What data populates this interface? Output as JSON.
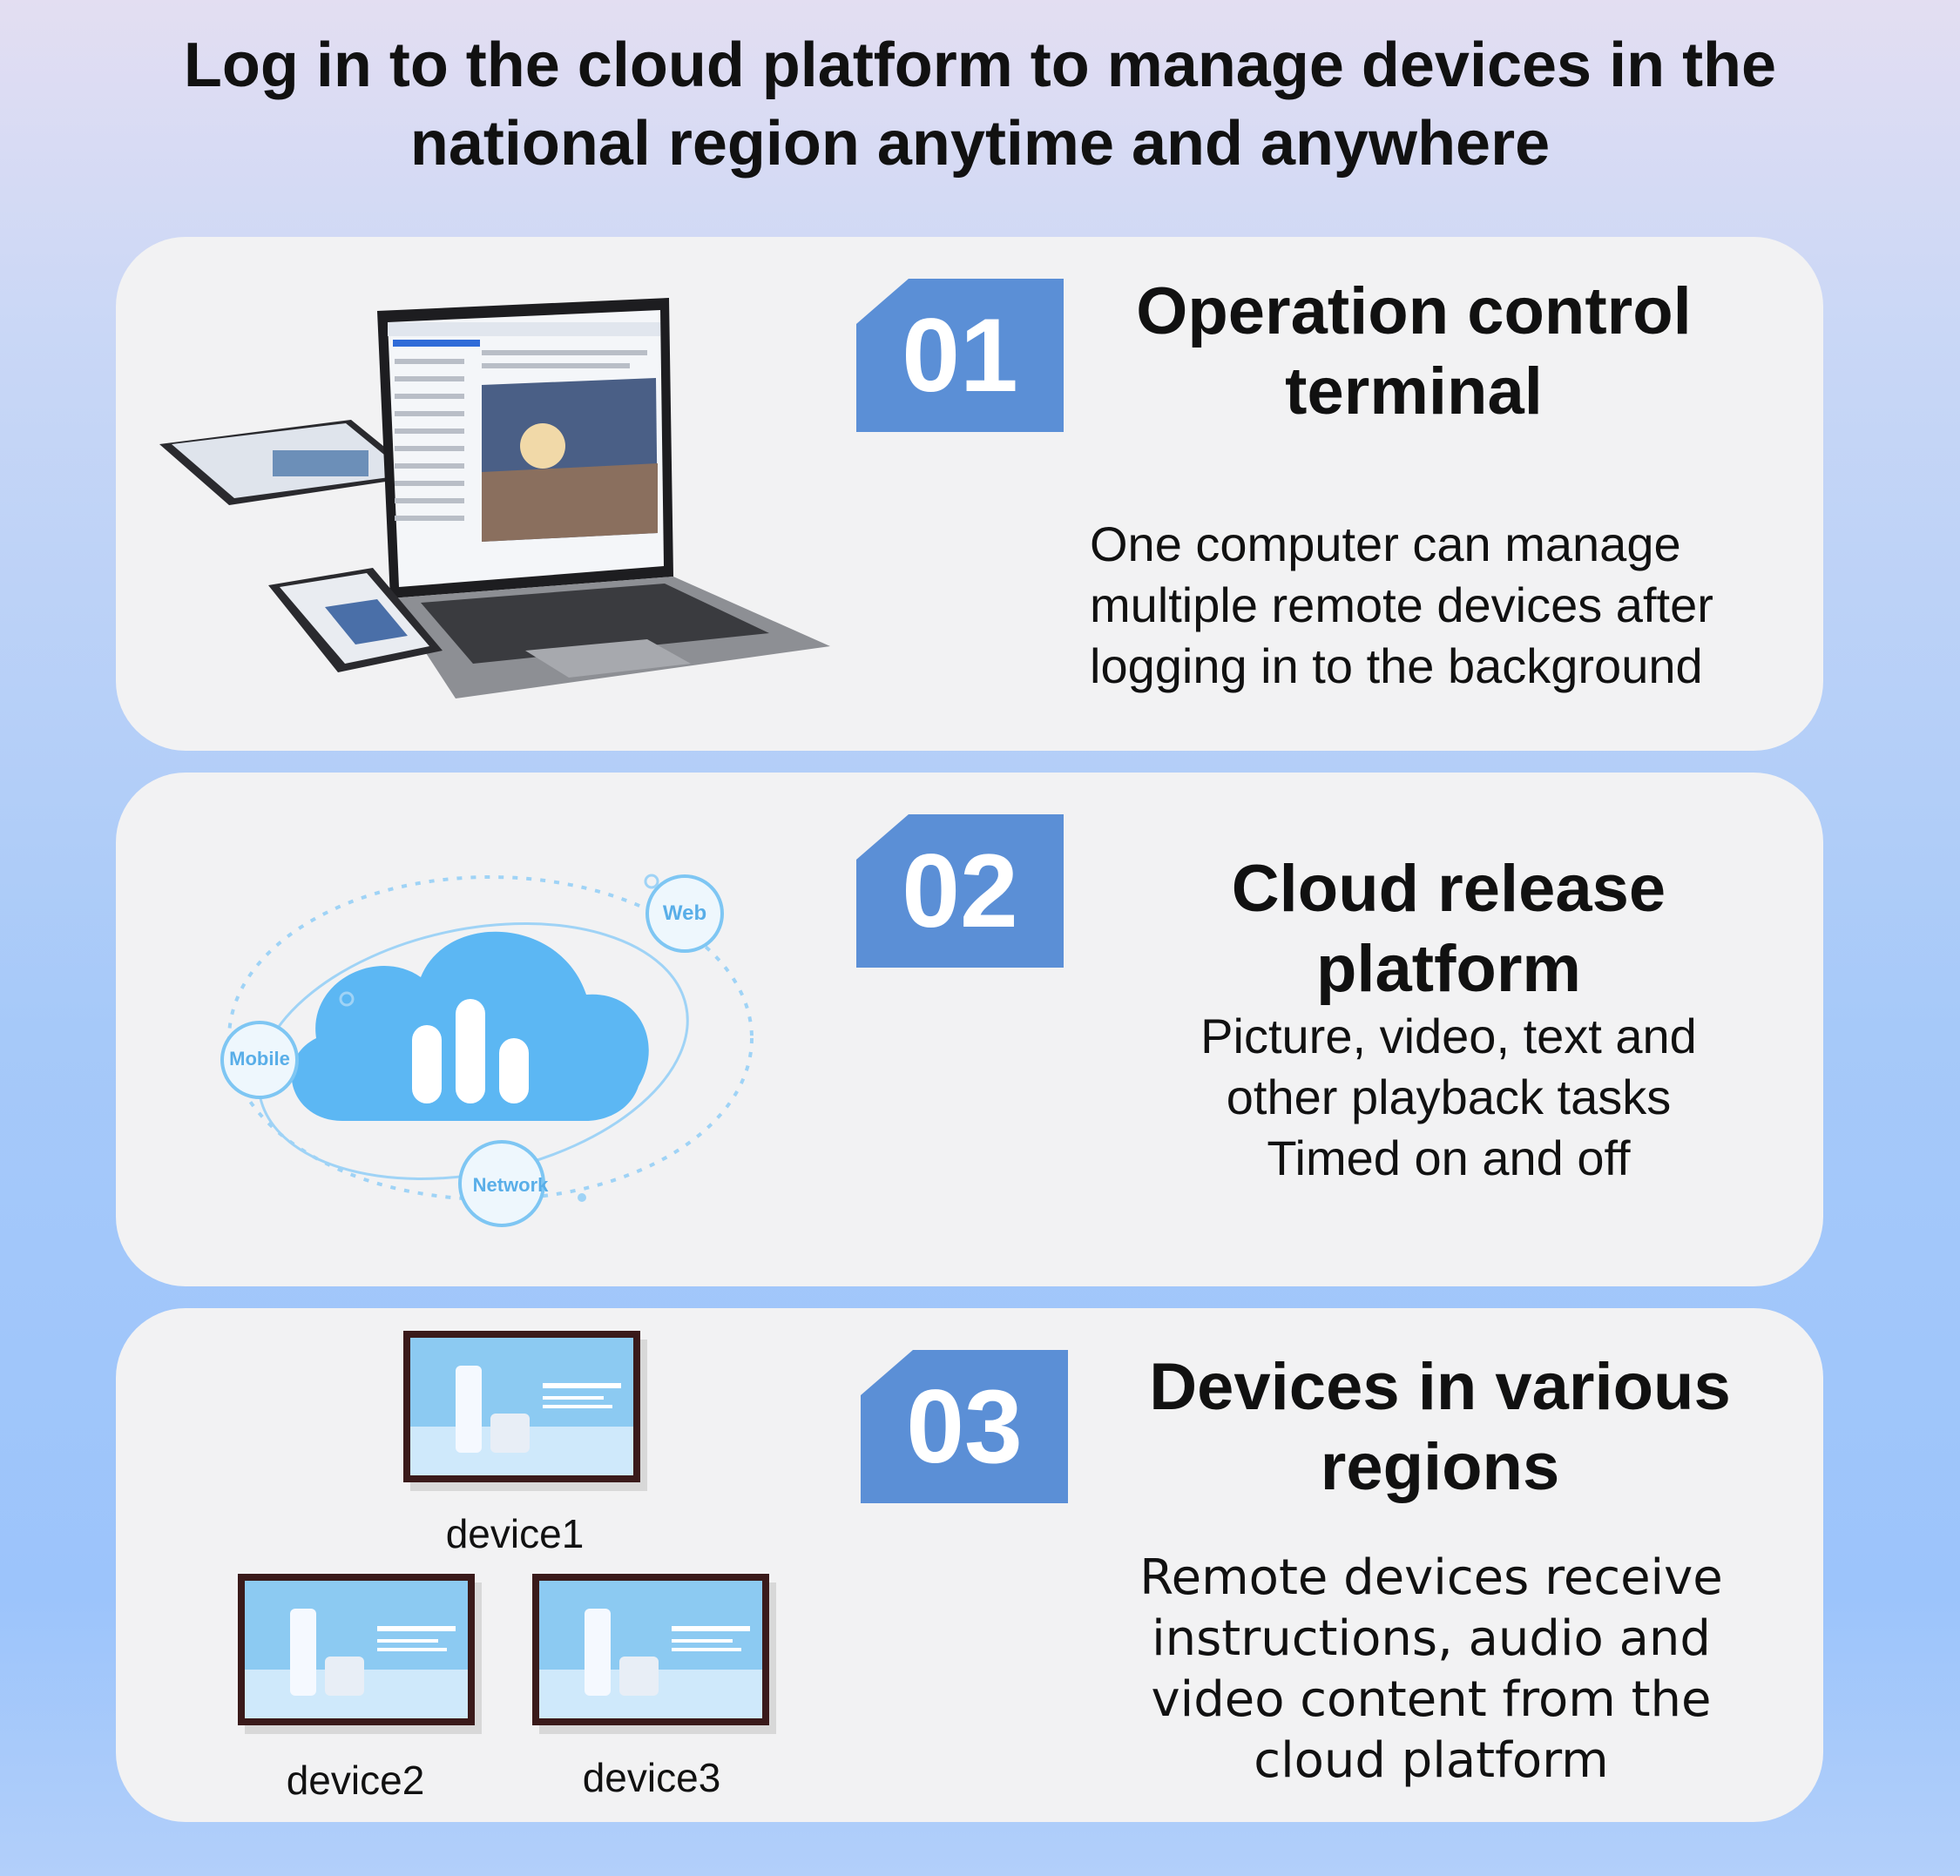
{
  "headline": {
    "line1": "Log in to the cloud platform to manage devices in the",
    "line2": "national region anytime and anywhere"
  },
  "sections": [
    {
      "number": "01",
      "title_line1": "Operation control",
      "title_line2": "terminal",
      "desc": [
        "One computer can manage",
        "multiple remote devices after",
        "logging in to the background"
      ]
    },
    {
      "number": "02",
      "title_line1": "Cloud release platform",
      "desc": [
        "Picture, video, text and",
        "other playback tasks",
        "Timed on and off"
      ],
      "cloud_labels": {
        "web": "Web",
        "mobile": "Mobile",
        "network": "Network"
      }
    },
    {
      "number": "03",
      "title_line1": "Devices in various",
      "title_line2": "regions",
      "desc": [
        "Remote devices receive",
        "instructions, audio and",
        "video content from the",
        "cloud platform"
      ],
      "devices": [
        "device1",
        "device2",
        "device3"
      ]
    }
  ],
  "colors": {
    "badge": "#5b8fd6",
    "panel": "#f2f2f3",
    "cloud": "#5cb7f3"
  }
}
